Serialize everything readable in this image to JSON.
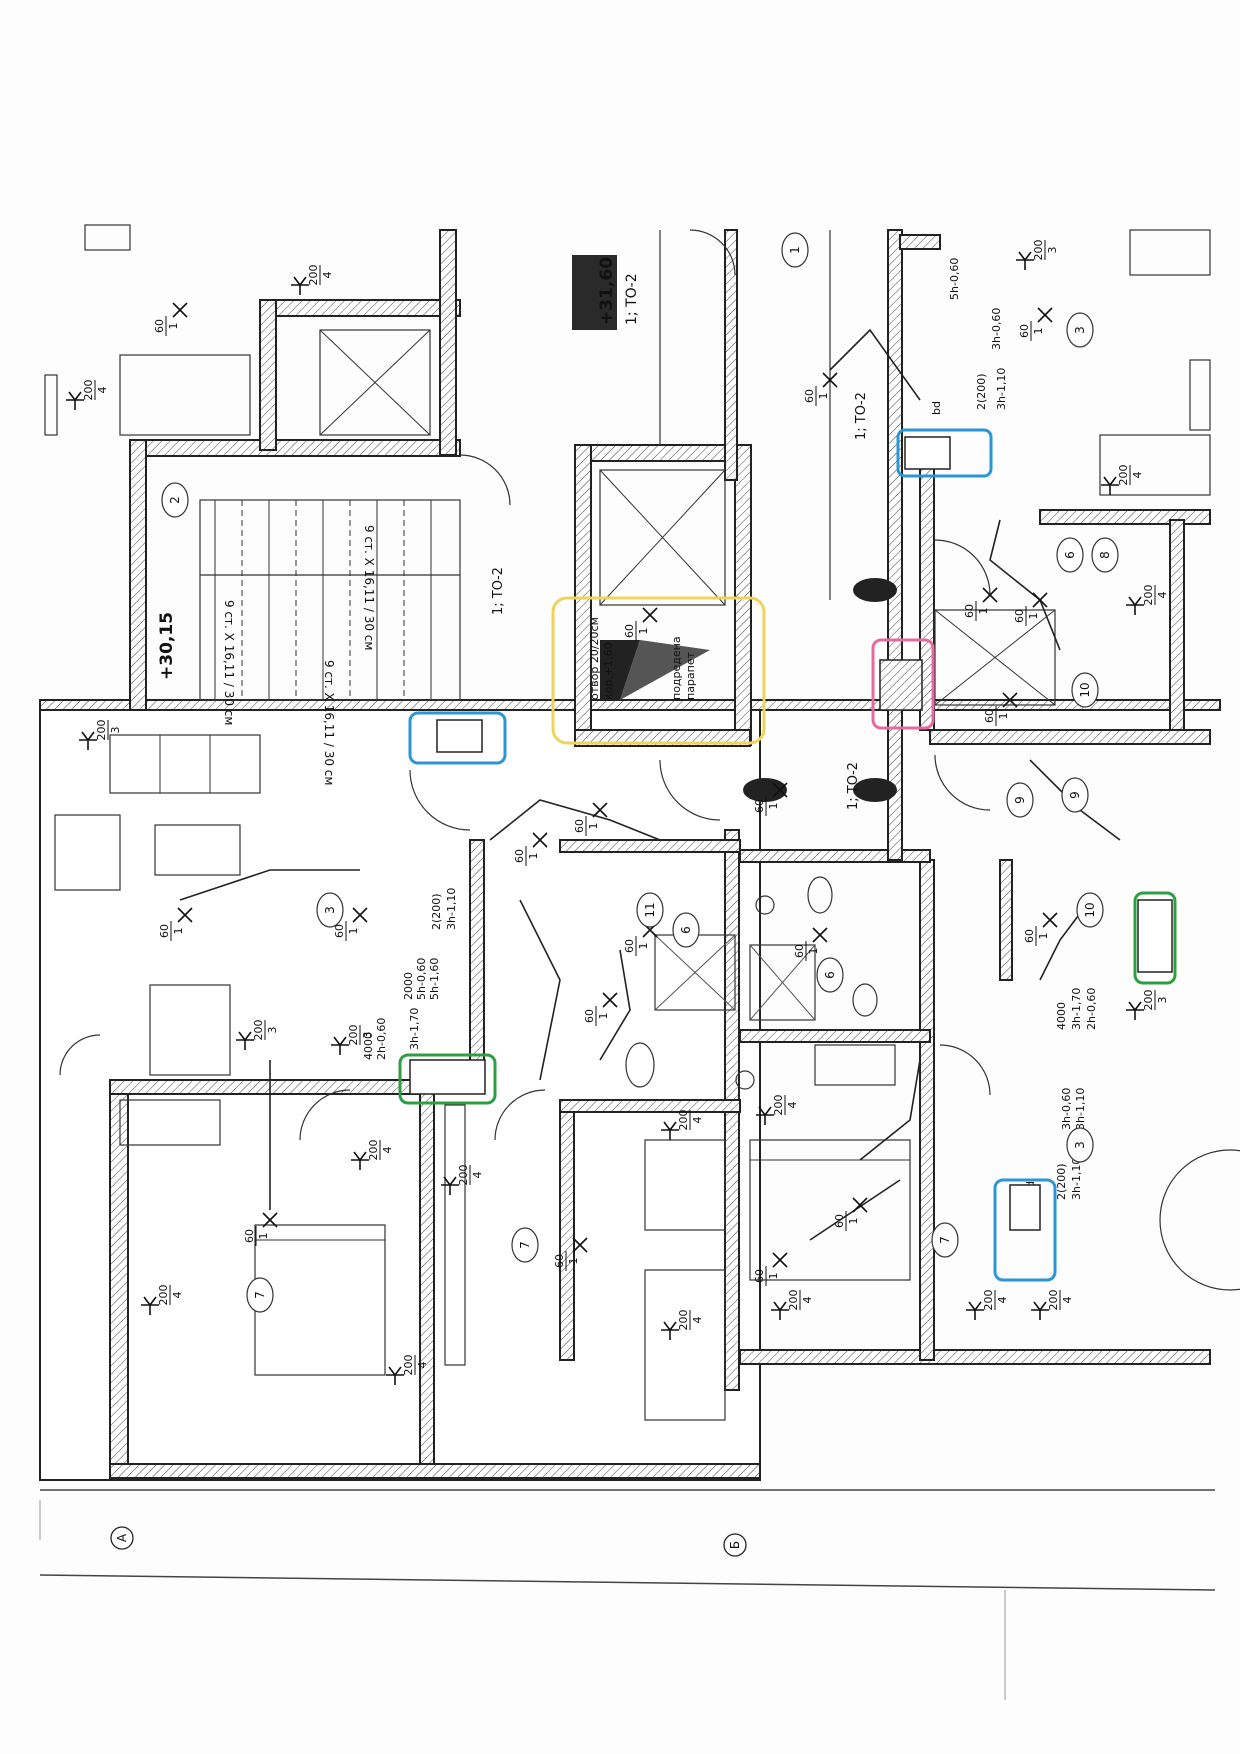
{
  "elevations": {
    "landing": "+30,15",
    "upper": "+31,60",
    "upper_code": "1; ТО-2"
  },
  "stair": {
    "flight_a": "9 ст. Х 16,11 / 30 см",
    "flight_b": "9 ст. Х 16,11 / 30 см",
    "flight_c": "9 ст. Х 16,11 / 30 см"
  },
  "shaft_note": {
    "line1": "отвор 20/20см",
    "line2": "кор.+1,60",
    "line3": "подредена",
    "line4": "парапет"
  },
  "room_numbers": [
    "1",
    "2",
    "3",
    "3",
    "3",
    "6",
    "6",
    "6",
    "7",
    "7",
    "7",
    "8",
    "9",
    "9",
    "10",
    "10",
    "11"
  ],
  "grid_axes": [
    "А",
    "Б"
  ],
  "fixture_tags": {
    "light": "60",
    "light_qty": "1",
    "socket": "200",
    "socket_qty": "4",
    "socket_qty3": "3",
    "board_code": "1; ТО-2",
    "kitchen_a": "3h-0,60",
    "kitchen_b": "3h-1,10",
    "kitchen_c": "5h-0,60",
    "kitchen_d": "3h-1,70",
    "kitchen_e": "2h-0,60",
    "kitchen_f": "2(200)",
    "kitchen_g": "2000",
    "kitchen_h": "4000",
    "kitchen_i": "5h-1,60",
    "panel": "bd"
  },
  "highlight_colors": {
    "yellow": "#f0d35a",
    "blue": "#2b95d6",
    "green": "#2e9e43",
    "pink": "#e46aa0"
  }
}
